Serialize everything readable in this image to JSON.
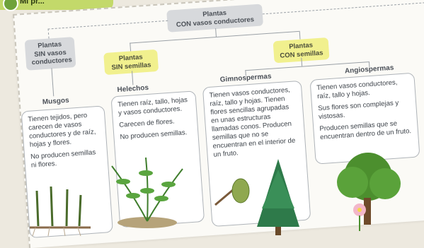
{
  "banner": {
    "title": "Mi pr..."
  },
  "root": {
    "label_line1": "Plantas",
    "label_line2": "CON vasos conductores"
  },
  "sin_vasos": {
    "line1": "Plantas",
    "line2": "SIN vasos",
    "line3": "conductores"
  },
  "sin_semillas": {
    "line1": "Plantas",
    "line2": "SIN semillas"
  },
  "con_semillas": {
    "line1": "Plantas",
    "line2": "CON semillas"
  },
  "groups": [
    {
      "name": "Musgos",
      "text": [
        "Tienen tejidos, pero carecen de vasos conductores y de raíz, hojas y flores.",
        "No producen semillas ni flores."
      ]
    },
    {
      "name": "Helechos",
      "text": [
        "Tienen raíz, tallo, hojas y vasos conductores.",
        "Carecen de flores.",
        "No producen semillas."
      ]
    },
    {
      "name": "Gimnospermas",
      "text": [
        "Tienen vasos conductores, raíz, tallo y hojas. Tienen flores sencillas agrupadas en unas estructuras llamadas conos. Producen semillas que no se encuentran en el interior de un fruto."
      ]
    },
    {
      "name": "Angiospermas",
      "text": [
        "Tienen vasos conductores, raíz, tallo y hojas.",
        "Sus flores son complejas y vistosas.",
        "Producen semillas que se encuentran dentro de un fruto."
      ]
    }
  ],
  "colors": {
    "gray_tag": "#d7d9dc",
    "yellow_tag": "#f1f08e",
    "page": "#fbfaf6"
  },
  "icons": [
    "moss-illustration",
    "fern-illustration",
    "pine-illustration",
    "pine-cone-illustration",
    "oak-illustration",
    "flower-illustration",
    "potted-plant-illustration",
    "person-illustration"
  ]
}
